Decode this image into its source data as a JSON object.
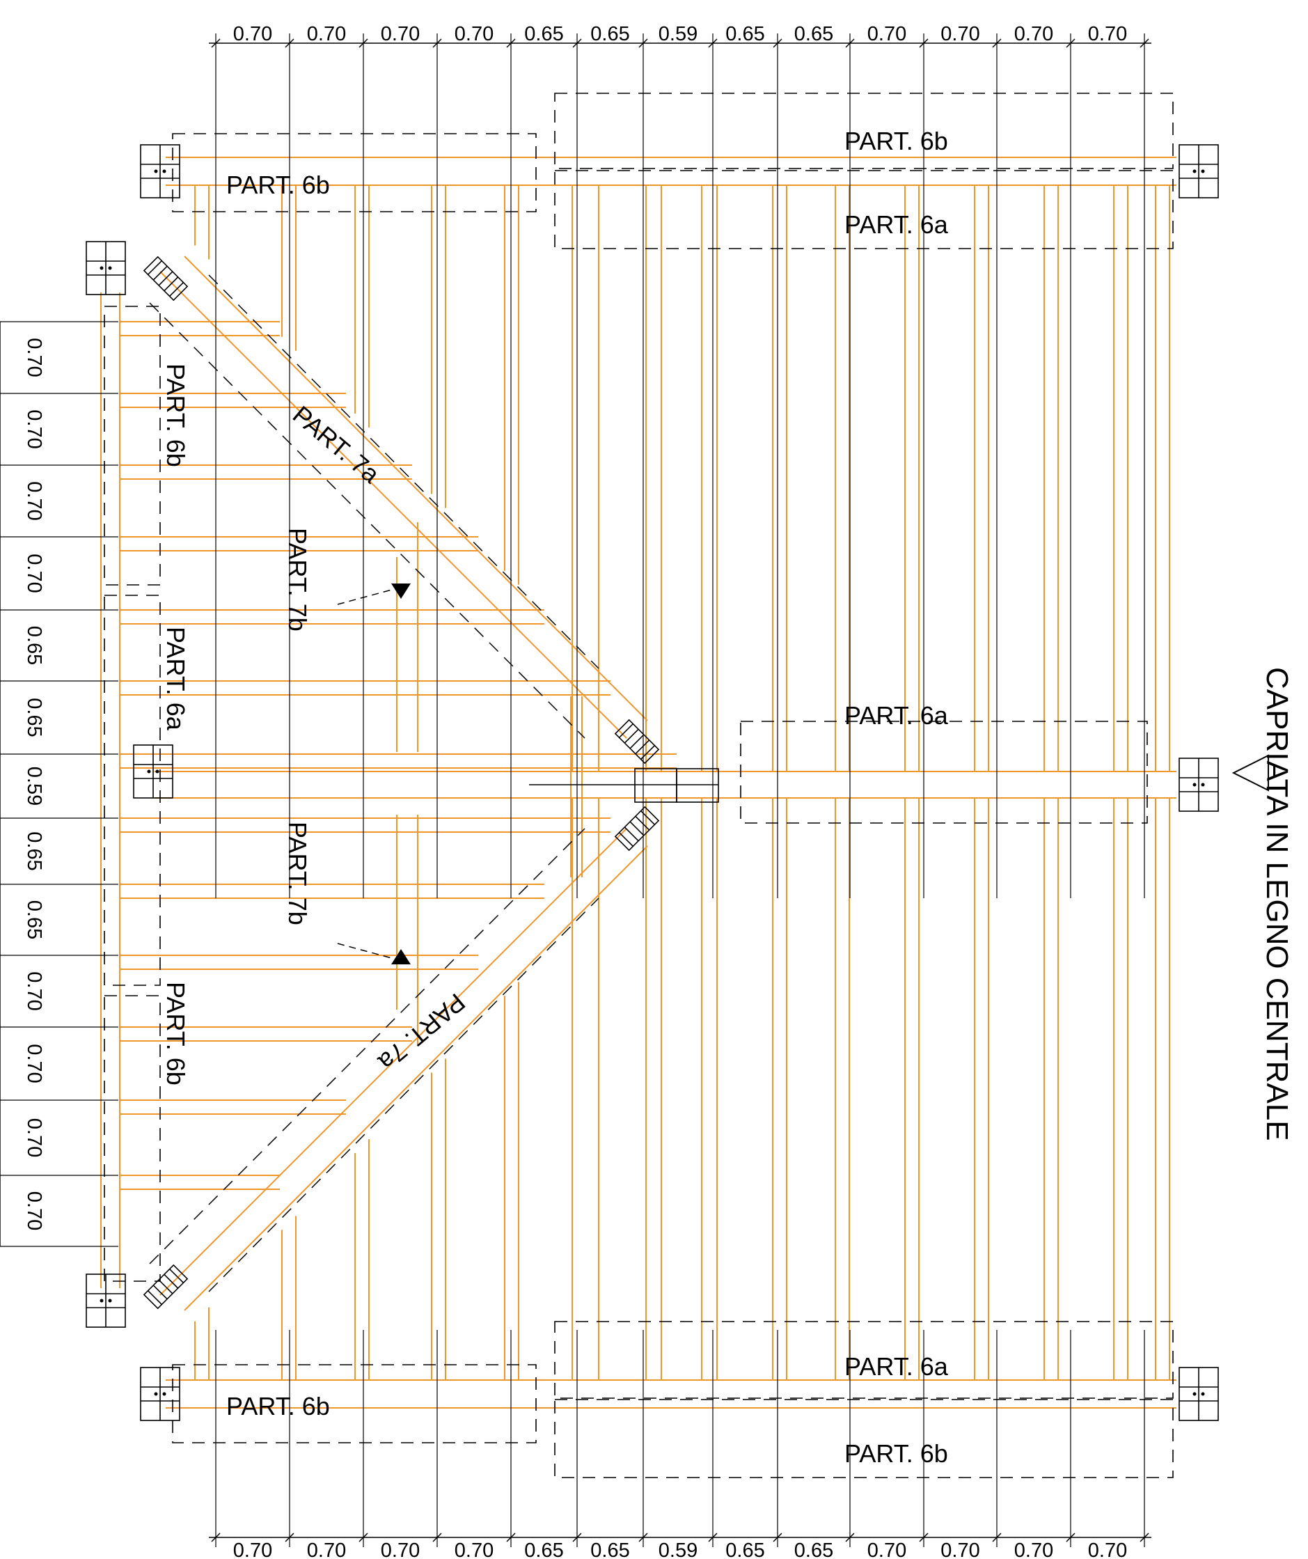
{
  "drawing": {
    "title": "CAPRIATA IN LEGNO CENTRALE",
    "colors": {
      "timber": "#f0962b",
      "lines": "#000000",
      "background": "#ffffff"
    },
    "dimensions": {
      "top": [
        "0.70",
        "0.70",
        "0.70",
        "0.70",
        "0.65",
        "0.65",
        "0.59",
        "0.65",
        "0.65",
        "0.70",
        "0.70",
        "0.70",
        "0.70"
      ],
      "bottom": [
        "0.70",
        "0.70",
        "0.70",
        "0.70",
        "0.65",
        "0.65",
        "0.59",
        "0.65",
        "0.65",
        "0.70",
        "0.70",
        "0.70",
        "0.70"
      ],
      "left": [
        "0.70",
        "0.70",
        "0.70",
        "0.70",
        "0.65",
        "0.65",
        "0.59",
        "0.65",
        "0.65",
        "0.70",
        "0.70",
        "0.70",
        "0.70"
      ]
    },
    "labels": {
      "part_6b_top_right": "PART. 6b",
      "part_6b_top_left": "PART. 6b",
      "part_6a_top": "PART. 6a",
      "part_6a_middle": "PART. 6a",
      "part_6a_bottom": "PART. 6a",
      "part_6b_bottom_left": "PART. 6b",
      "part_6b_bottom_right": "PART. 6b",
      "part_6b_left_upper": "PART. 6b",
      "part_6a_left": "PART. 6a",
      "part_6b_left_lower": "PART. 6b",
      "part_7b_upper": "PART. 7b",
      "part_7b_lower": "PART. 7b",
      "part_7a_upper": "PART. 7a",
      "part_7a_lower": "PART. 7a"
    }
  }
}
